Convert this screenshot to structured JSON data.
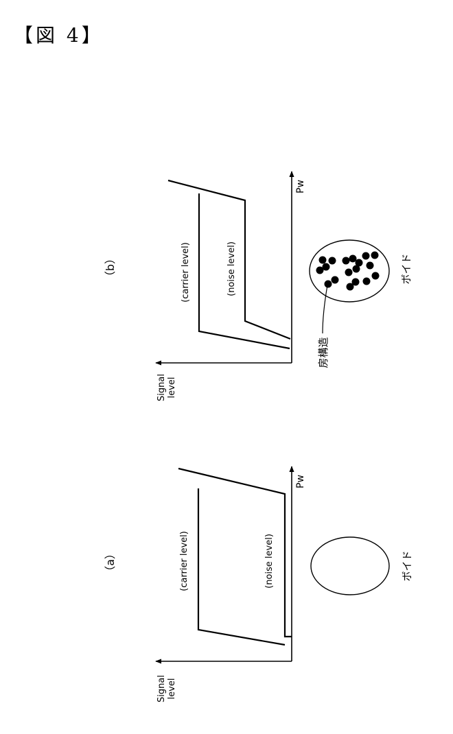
{
  "figure": {
    "label": "【図 4】"
  },
  "panels": [
    {
      "tag": "（a）",
      "y_axis_label": [
        "Signal",
        "level"
      ],
      "x_axis_label": "Pw",
      "carrier_label": "(carrier level)",
      "noise_label": "(noise level)",
      "void_label": "ボイド"
    },
    {
      "tag": "（b）",
      "y_axis_label": [
        "Signal",
        "level"
      ],
      "x_axis_label": "Pw",
      "carrier_label": "(carrier level)",
      "noise_label": "(noise level)",
      "void_label": "ボイド",
      "structure_label": "房構造"
    }
  ]
}
